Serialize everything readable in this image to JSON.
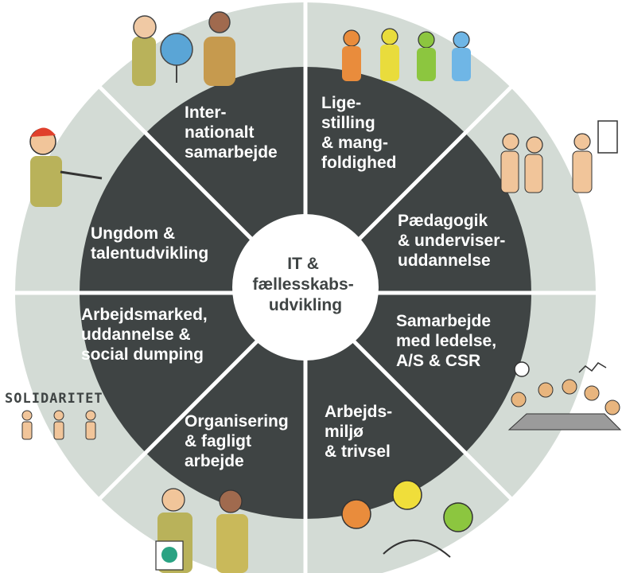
{
  "center": {
    "lines": [
      "IT &",
      "fællesskabs-",
      "udvikling"
    ]
  },
  "segments": [
    {
      "id": "internationalt",
      "lines": [
        "Inter-",
        "nationalt",
        "samarbejde"
      ]
    },
    {
      "id": "ligestilling",
      "lines": [
        "Lige-",
        "stilling",
        "& mang-",
        "foldighed"
      ]
    },
    {
      "id": "paedagogik",
      "lines": [
        "Pædagogik",
        "& underviser-",
        "uddannelse"
      ]
    },
    {
      "id": "samarbejde",
      "lines": [
        "Samarbejde",
        "med ledelse,",
        "A/S & CSR"
      ]
    },
    {
      "id": "arbejdsmiljo",
      "lines": [
        "Arbejds-",
        "miljø",
        "& trivsel"
      ]
    },
    {
      "id": "organisering",
      "lines": [
        "Organisering",
        "& fagligt",
        "arbejde"
      ]
    },
    {
      "id": "arbejdsmarked",
      "lines": [
        "Arbejdsmarked,",
        "uddannelse &",
        "social dumping"
      ]
    },
    {
      "id": "ungdom",
      "lines": [
        "Ungdom &",
        "talentudvikling"
      ]
    }
  ],
  "illustrations": {
    "solidaritet_caption": "SOLIDARITET"
  },
  "colors": {
    "segment_fill": "#3f4444",
    "outer_ring": "#d3dbd5",
    "center_fill": "#ffffff",
    "divider": "#ffffff"
  }
}
